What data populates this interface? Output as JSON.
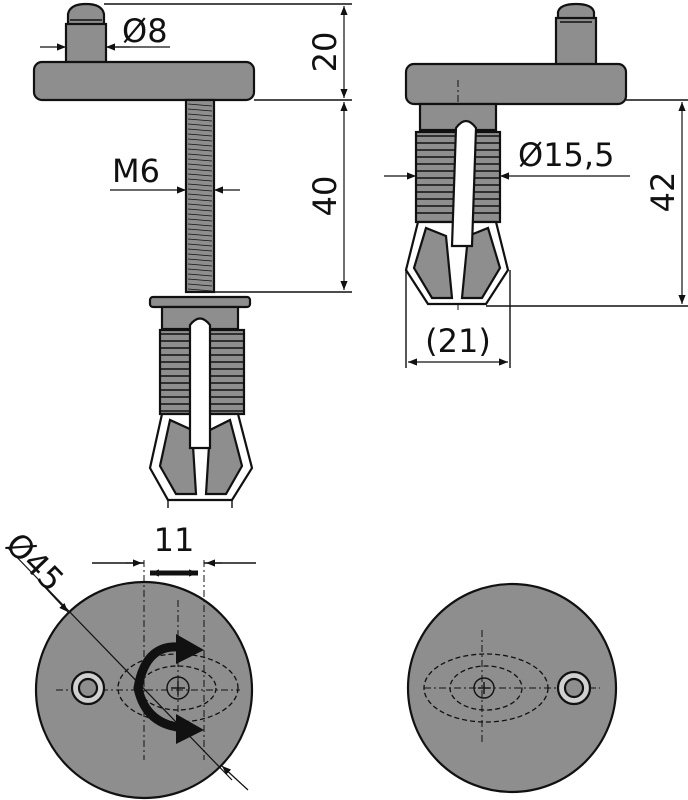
{
  "figure": {
    "dimensions": {
      "pin_diameter": "Ø8",
      "cap_height": "20",
      "thread": "M6",
      "bolt_length": "40",
      "anchor_diameter": "Ø15,5",
      "assembled_height": "42",
      "anchor_spread": "(21)",
      "cap_diameter": "Ø45",
      "slot_length": "11"
    },
    "colors": {
      "metal": "#8e8e8e",
      "line": "#111111",
      "background": "#ffffff"
    }
  }
}
